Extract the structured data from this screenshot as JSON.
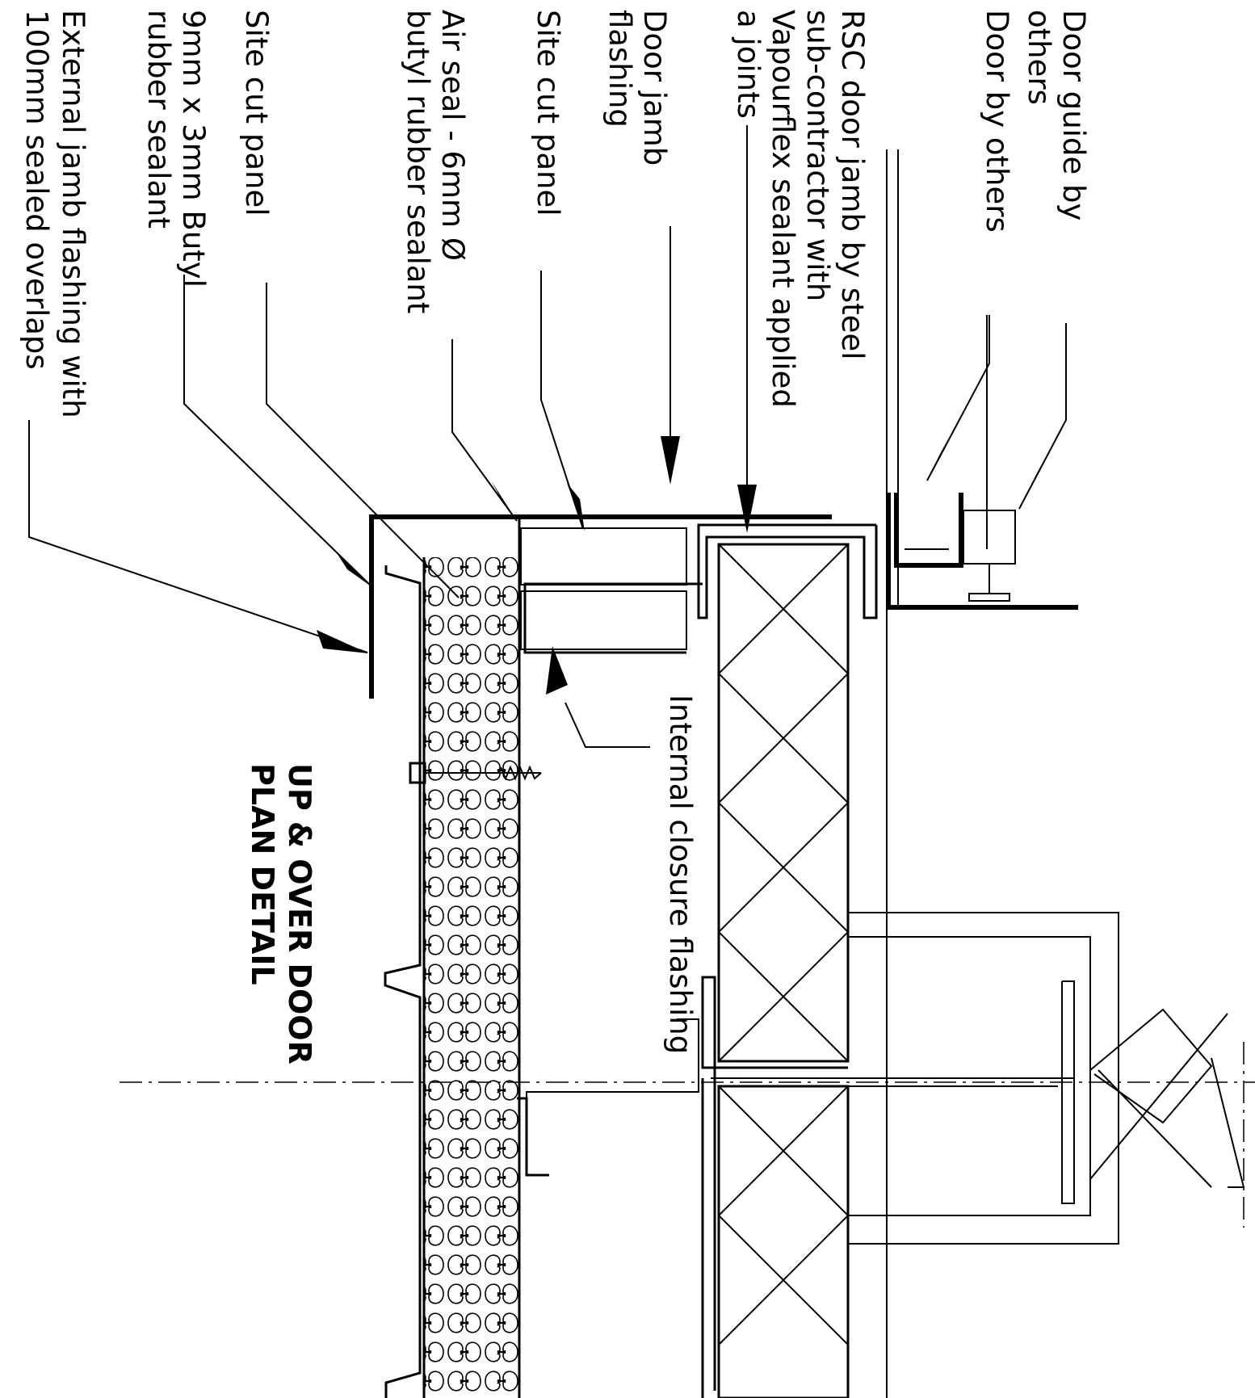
{
  "title": {
    "line1": "UP & OVER DOOR",
    "line2": "PLAN DETAIL"
  },
  "labels": {
    "door_guide": [
      "Door guide by",
      "others"
    ],
    "door_by_others": [
      "Door by others"
    ],
    "rsc_door_jamb": [
      "RSC door jamb by steel",
      "sub-contractor with",
      "Vapourflex sealant applied",
      "a joints"
    ],
    "door_jamb_flashing": [
      "Door jamb",
      "flashing"
    ],
    "site_cut_panel_upper": [
      "Site cut panel"
    ],
    "air_seal": [
      "Air seal - 6mm Ø",
      "butyl rubber sealant"
    ],
    "site_cut_panel_lower": [
      "Site cut panel"
    ],
    "butyl_rubber": [
      "9mm x 3mm Butyl",
      "rubber sealant"
    ],
    "external_jamb_flashing": [
      "External jamb flashing with",
      "100mm sealed overlaps"
    ],
    "internal_closure": [
      "Internal closure flashing"
    ]
  }
}
